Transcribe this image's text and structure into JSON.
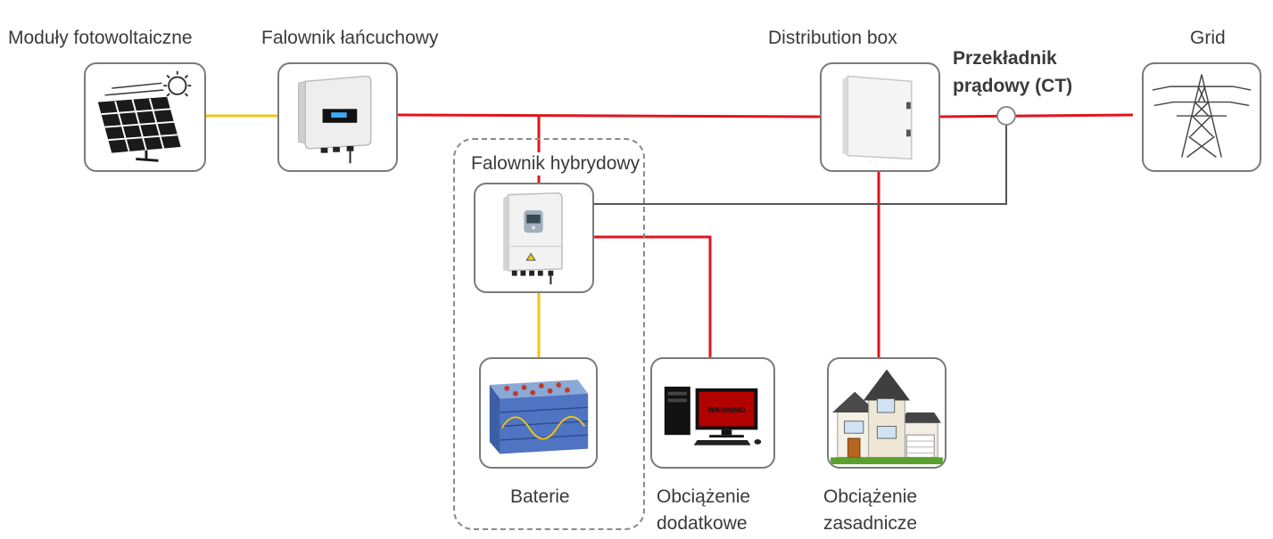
{
  "diagram": {
    "nodes": {
      "pv_modules": {
        "label": "Moduły fotowoltaiczne",
        "icon": "solar-panel-icon"
      },
      "string_inverter": {
        "label": "Falownik łańcuchowy",
        "icon": "string-inverter-icon"
      },
      "hybrid_inverter": {
        "label": "Falownik hybrydowy",
        "icon": "hybrid-inverter-icon"
      },
      "batteries": {
        "label": "Baterie",
        "icon": "battery-pack-icon"
      },
      "extra_load": {
        "label_line1": "Obciążenie",
        "label_line2": "dodatkowe",
        "icon": "computer-icon"
      },
      "essential_load": {
        "label_line1": "Obciążenie",
        "label_line2": "zasadnicze",
        "icon": "house-icon"
      },
      "distribution_box": {
        "label": "Distribution box",
        "icon": "distribution-box-icon"
      },
      "ct": {
        "label_line1": "Przekładnik",
        "label_line2": "prądowy (CT)",
        "icon": "current-transformer-icon"
      },
      "grid": {
        "label": "Grid",
        "icon": "transmission-tower-icon"
      }
    },
    "monitor_text": "WARNING",
    "colors": {
      "ac_line": "#e0141e",
      "dc_line": "#f2c318",
      "signal_line": "#555555",
      "box_border": "#7a7a7a",
      "dashed_group": "#8a8a8a"
    }
  }
}
